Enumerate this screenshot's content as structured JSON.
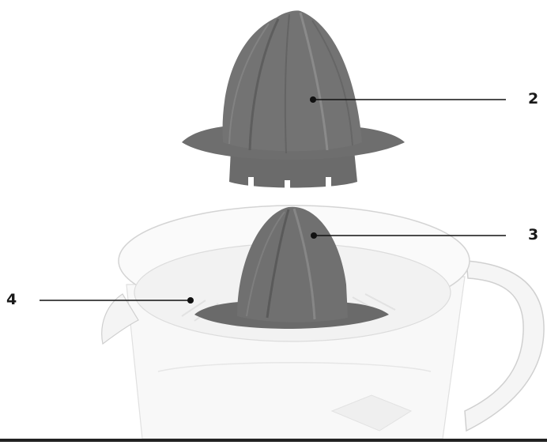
{
  "callouts": [
    {
      "number": "2",
      "part": "removable-cone-large"
    },
    {
      "number": "3",
      "part": "cone-small-mounted"
    },
    {
      "number": "4",
      "part": "strainer-lid"
    }
  ],
  "colors": {
    "cone": "#707070",
    "cone_shadow": "#5c5c5c",
    "cone_highlight": "#888888",
    "jug_outline": "#d6d6d6",
    "jug_fill": "#f3f3f3",
    "leader_line": "#111111",
    "bottom_bar": "#222222"
  }
}
